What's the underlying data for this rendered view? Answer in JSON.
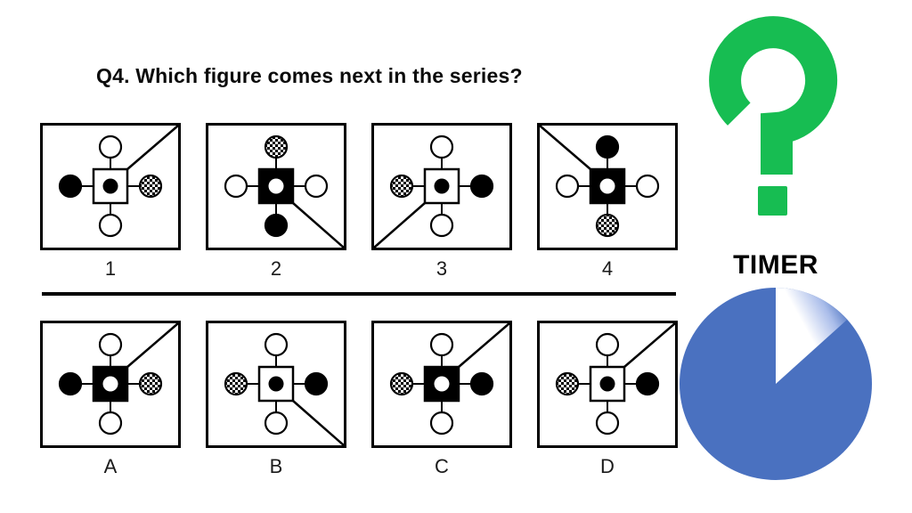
{
  "question": {
    "label": "Q4. Which figure comes next in the series?"
  },
  "question_mark": {
    "glyph": "?",
    "color": "#17bd52"
  },
  "timer": {
    "label": "TIMER",
    "pie_color": "#4a71c0",
    "wedge_start_deg": 0,
    "wedge_end_deg": 48,
    "remaining_fraction": 0.87
  },
  "series": {
    "figures": [
      {
        "label": "1",
        "square": "white",
        "center_dot": "black",
        "diagonal": "top-right",
        "circles": {
          "top": "white",
          "right": "checker",
          "bottom": "white",
          "left": "black"
        }
      },
      {
        "label": "2",
        "square": "black",
        "center_dot": "white",
        "diagonal": "bottom-right",
        "circles": {
          "top": "checker",
          "right": "white",
          "bottom": "black",
          "left": "white"
        }
      },
      {
        "label": "3",
        "square": "white",
        "center_dot": "black",
        "diagonal": "bottom-left",
        "circles": {
          "top": "white",
          "right": "black",
          "bottom": "white",
          "left": "checker"
        }
      },
      {
        "label": "4",
        "square": "black",
        "center_dot": "white",
        "diagonal": "top-left",
        "circles": {
          "top": "black",
          "right": "white",
          "bottom": "checker",
          "left": "white"
        }
      }
    ]
  },
  "options": {
    "figures": [
      {
        "label": "A",
        "square": "black",
        "center_dot": "white",
        "diagonal": "top-right",
        "circles": {
          "top": "white",
          "right": "checker",
          "bottom": "white",
          "left": "black"
        }
      },
      {
        "label": "B",
        "square": "white",
        "center_dot": "black",
        "diagonal": "bottom-right",
        "circles": {
          "top": "white",
          "right": "black",
          "bottom": "white",
          "left": "checker"
        }
      },
      {
        "label": "C",
        "square": "black",
        "center_dot": "white",
        "diagonal": "top-right",
        "circles": {
          "top": "white",
          "right": "black",
          "bottom": "white",
          "left": "checker"
        }
      },
      {
        "label": "D",
        "square": "white",
        "center_dot": "black",
        "diagonal": "top-right",
        "circles": {
          "top": "white",
          "right": "black",
          "bottom": "white",
          "left": "checker"
        }
      }
    ]
  }
}
